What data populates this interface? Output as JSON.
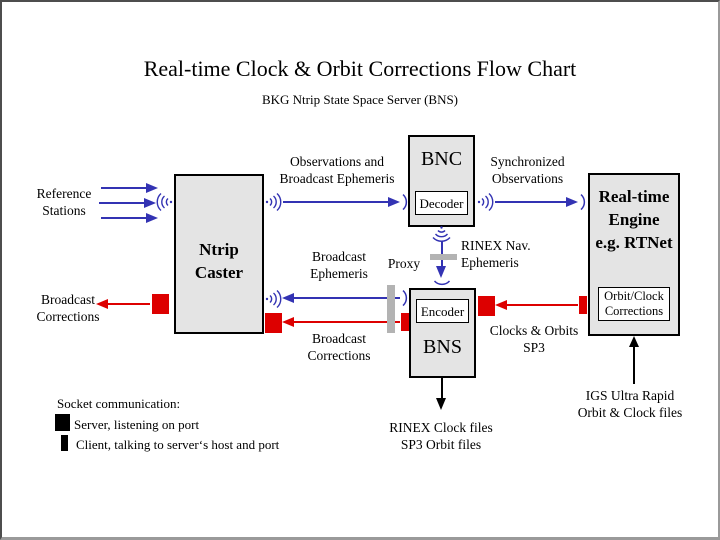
{
  "slide": {
    "title": "Real-time Clock & Orbit Corrections Flow Chart",
    "subtitle": "BKG Ntrip State Space Server (BNS)"
  },
  "nodes": {
    "ntrip_caster": {
      "label": "Ntrip\nCaster"
    },
    "bnc": {
      "title": "BNC",
      "component": "Decoder"
    },
    "bns": {
      "title": "BNS",
      "component": "Encoder"
    },
    "rt_engine": {
      "label": "Real-time\nEngine\ne.g. RTNet",
      "component": "Orbit/Clock\nCorrections"
    }
  },
  "labels": {
    "reference_stations": "Reference\nStations",
    "broadcast_corrections_out": "Broadcast\nCorrections",
    "observations": "Observations and\nBroadcast Ephemeris",
    "synchronized": "Synchronized\nObservations",
    "rinex_nav": "RINEX Nav.\nEphemeris",
    "proxy": "Proxy",
    "broadcast_ephemeris": "Broadcast\nEphemeris",
    "broadcast_corrections_mid": "Broadcast\nCorrections",
    "clocks_orbits": "Clocks & Orbits\nSP3",
    "rinex_files": "RINEX Clock files\nSP3 Orbit files",
    "igs": "IGS Ultra Rapid\nOrbit & Clock files"
  },
  "legend": {
    "heading": "Socket communication:",
    "server": "Server, listening on port",
    "client": "Client, talking to server‘s host and port"
  },
  "colors": {
    "socket_blue": "#3333b3",
    "correction_red": "#dd0000",
    "box_fill": "#e4e4e4",
    "proxy_gray": "#b3b3b3"
  }
}
